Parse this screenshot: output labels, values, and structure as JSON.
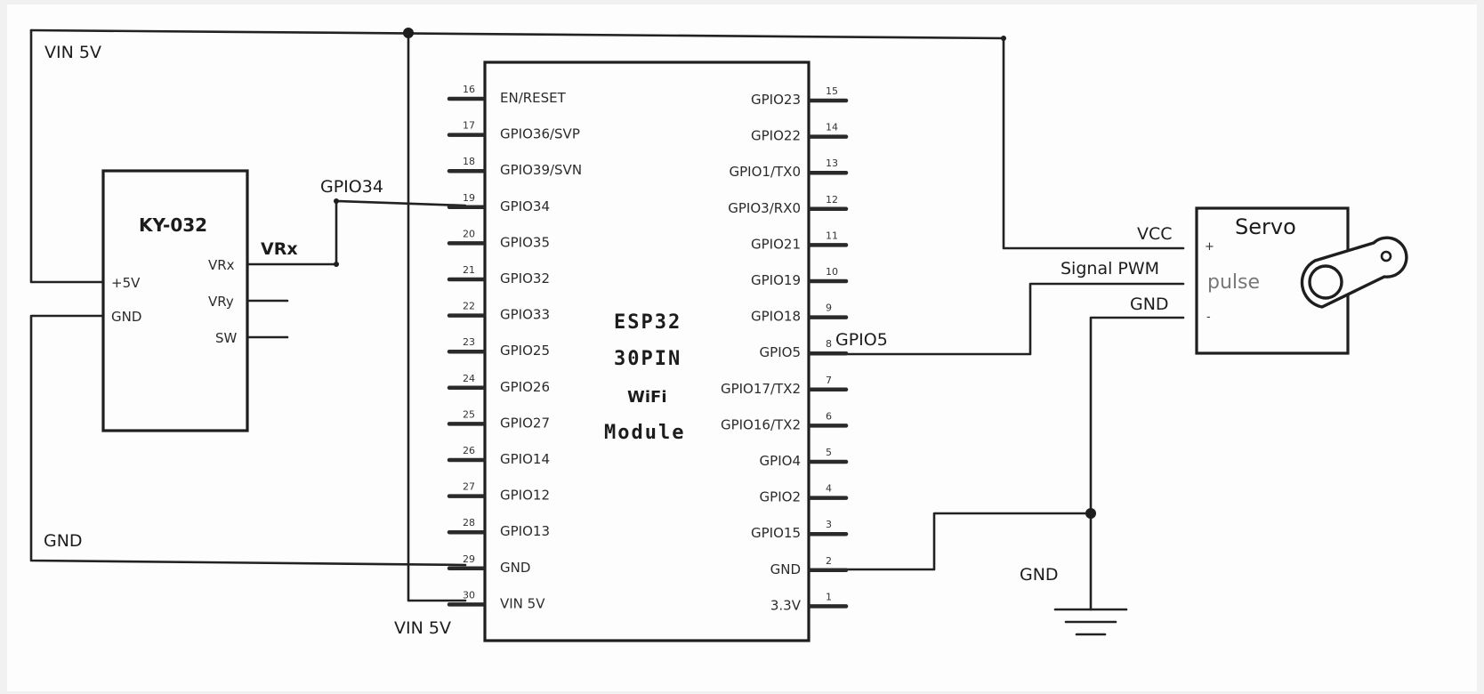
{
  "labels": {
    "vin_top": "VIN 5V",
    "vin_bottom": "VIN 5V",
    "gnd_left": "GND",
    "gnd_right": "GND",
    "gpio34_net": "GPIO34",
    "vrx_net": "VRx",
    "gpio5_net": "GPIO5"
  },
  "ky032": {
    "title": "KY-032",
    "pins": {
      "plus5v": "+5V",
      "gnd": "GND",
      "vrx": "VRx",
      "vry": "VRy",
      "sw": "SW"
    }
  },
  "esp32": {
    "title_lines": [
      "ESP32",
      "30PIN",
      "WiFi",
      "Module"
    ],
    "left_pins": [
      {
        "num": "16",
        "name": "EN/RESET"
      },
      {
        "num": "17",
        "name": "GPIO36/SVP"
      },
      {
        "num": "18",
        "name": "GPIO39/SVN"
      },
      {
        "num": "19",
        "name": "GPIO34"
      },
      {
        "num": "20",
        "name": "GPIO35"
      },
      {
        "num": "21",
        "name": "GPIO32"
      },
      {
        "num": "22",
        "name": "GPIO33"
      },
      {
        "num": "23",
        "name": "GPIO25"
      },
      {
        "num": "24",
        "name": "GPIO26"
      },
      {
        "num": "25",
        "name": "GPIO27"
      },
      {
        "num": "26",
        "name": "GPIO14"
      },
      {
        "num": "27",
        "name": "GPIO12"
      },
      {
        "num": "28",
        "name": "GPIO13"
      },
      {
        "num": "29",
        "name": "GND"
      },
      {
        "num": "30",
        "name": "VIN 5V"
      }
    ],
    "right_pins": [
      {
        "num": "15",
        "name": "GPIO23"
      },
      {
        "num": "14",
        "name": "GPIO22"
      },
      {
        "num": "13",
        "name": "GPIO1/TX0"
      },
      {
        "num": "12",
        "name": "GPIO3/RX0"
      },
      {
        "num": "11",
        "name": "GPIO21"
      },
      {
        "num": "10",
        "name": "GPIO19"
      },
      {
        "num": "9",
        "name": "GPIO18"
      },
      {
        "num": "8",
        "name": "GPIO5"
      },
      {
        "num": "7",
        "name": "GPIO17/TX2"
      },
      {
        "num": "6",
        "name": "GPIO16/TX2"
      },
      {
        "num": "5",
        "name": "GPIO4"
      },
      {
        "num": "4",
        "name": "GPIO2"
      },
      {
        "num": "3",
        "name": "GPIO15"
      },
      {
        "num": "2",
        "name": "GND"
      },
      {
        "num": "1",
        "name": "3.3V"
      }
    ]
  },
  "servo": {
    "title": "Servo",
    "pulse": "pulse",
    "plus": "+",
    "minus": "-",
    "wire_labels": {
      "vcc": "VCC",
      "signal": "Signal PWM",
      "gnd": "GND"
    }
  }
}
